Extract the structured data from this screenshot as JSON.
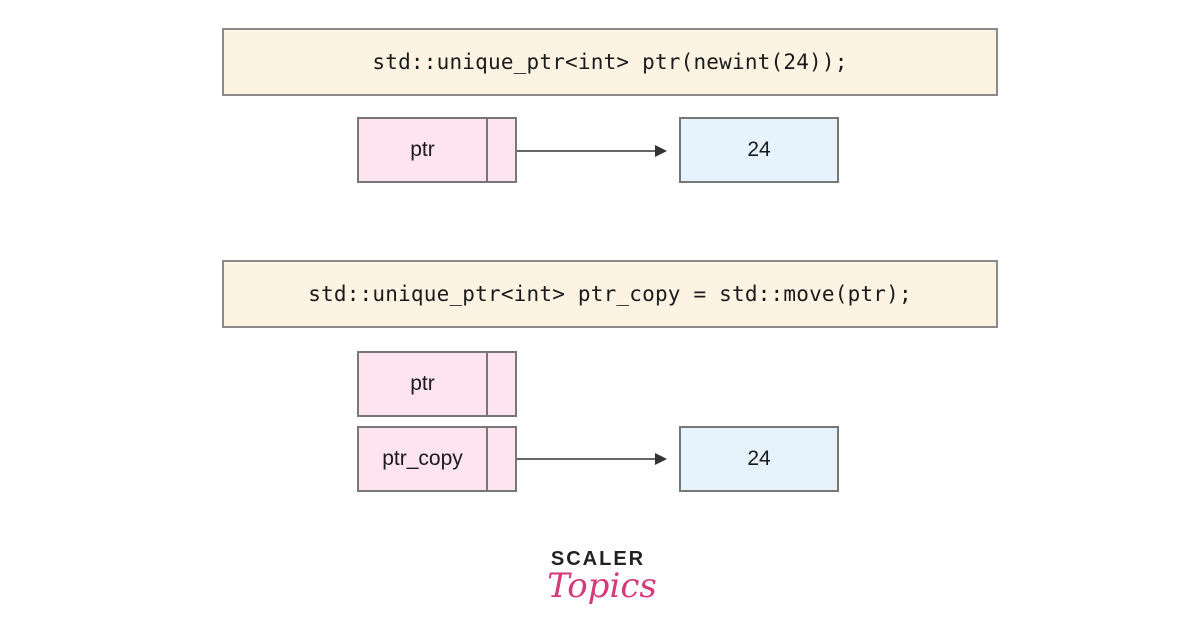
{
  "code": {
    "line1": "std::unique_ptr<int> ptr(newint(24));",
    "line2": "std::unique_ptr<int> ptr_copy = std::move(ptr);"
  },
  "diagram1": {
    "pointer_label": "ptr",
    "value": "24"
  },
  "diagram2": {
    "pointer_label_1": "ptr",
    "pointer_label_2": "ptr_copy",
    "value": "24"
  },
  "logo": {
    "top_text": "SCALER",
    "bottom_text": "Topics"
  },
  "colors": {
    "code_bg": "#fdf3e3",
    "pointer_bg": "#fde4ef",
    "value_bg": "#e6f2fc",
    "brand_pink": "#d53a7a"
  }
}
